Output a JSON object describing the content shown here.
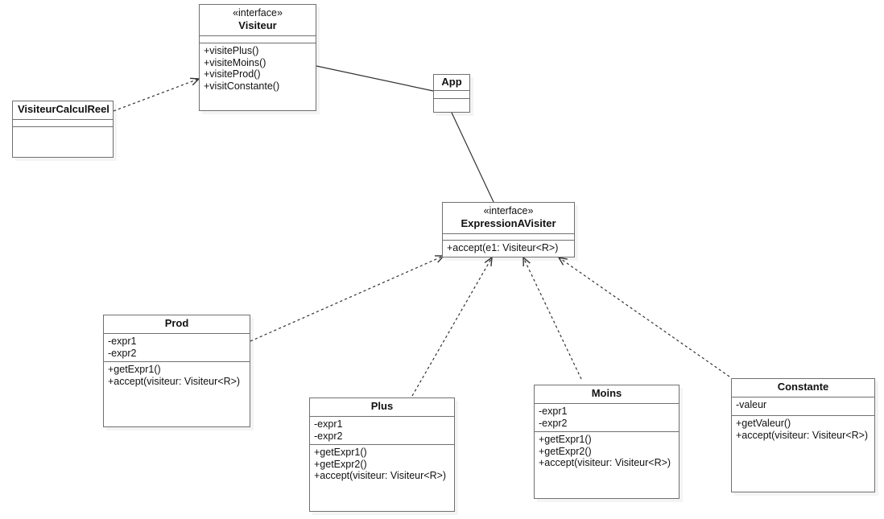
{
  "diagram": {
    "title": "Visitor pattern UML class diagram",
    "stereotype_interface": "«interface»",
    "line_color": "#707070",
    "text_color": "#111111",
    "background": "#ffffff"
  },
  "classes": {
    "visiteur": {
      "stereotype": "«interface»",
      "name": "Visiteur",
      "attributes": [],
      "operations": [
        "+visitePlus()",
        "+visiteMoins()",
        "+visiteProd()",
        "+visitConstante()"
      ]
    },
    "visiteur_calcul_reel": {
      "stereotype": "",
      "name": "VisiteurCalculReel",
      "attributes": [],
      "operations": []
    },
    "app": {
      "stereotype": "",
      "name": "App",
      "attributes": [],
      "operations": []
    },
    "expression_a_visiter": {
      "stereotype": "«interface»",
      "name": "ExpressionAVisiter",
      "attributes": [],
      "operations": [
        "+accept(e1: Visiteur<R>)"
      ]
    },
    "prod": {
      "stereotype": "",
      "name": "Prod",
      "attributes": [
        "-expr1",
        "-expr2"
      ],
      "operations": [
        "+getExpr1()",
        "+accept(visiteur: Visiteur<R>)"
      ]
    },
    "plus": {
      "stereotype": "",
      "name": "Plus",
      "attributes": [
        "-expr1",
        "-expr2"
      ],
      "operations": [
        "+getExpr1()",
        "+getExpr2()",
        "+accept(visiteur: Visiteur<R>)"
      ]
    },
    "moins": {
      "stereotype": "",
      "name": "Moins",
      "attributes": [
        "-expr1",
        "-expr2"
      ],
      "operations": [
        "+getExpr1()",
        "+getExpr2()",
        "+accept(visiteur: Visiteur<R>)"
      ]
    },
    "constante": {
      "stereotype": "",
      "name": "Constante",
      "attributes": [
        "-valeur"
      ],
      "operations": [
        "+getValeur()",
        "+accept(visiteur: Visiteur<R>)"
      ]
    }
  },
  "relations": [
    {
      "id": "rel-visiteurcalculreel-visiteur",
      "type": "realization",
      "style": "dashed",
      "arrow": "open",
      "from": "VisiteurCalculReel",
      "to": "Visiteur"
    },
    {
      "id": "rel-visiteur-app",
      "type": "association",
      "style": "solid",
      "arrow": "none",
      "from": "Visiteur",
      "to": "App"
    },
    {
      "id": "rel-app-expressionavisiter",
      "type": "association",
      "style": "solid",
      "arrow": "none",
      "from": "App",
      "to": "ExpressionAVisiter"
    },
    {
      "id": "rel-prod-expressionavisiter",
      "type": "realization",
      "style": "dashed",
      "arrow": "open",
      "from": "Prod",
      "to": "ExpressionAVisiter"
    },
    {
      "id": "rel-plus-expressionavisiter",
      "type": "realization",
      "style": "dashed",
      "arrow": "open",
      "from": "Plus",
      "to": "ExpressionAVisiter"
    },
    {
      "id": "rel-moins-expressionavisiter",
      "type": "realization",
      "style": "dashed",
      "arrow": "open",
      "from": "Moins",
      "to": "ExpressionAVisiter"
    },
    {
      "id": "rel-constante-expressionavisiter",
      "type": "realization",
      "style": "dashed",
      "arrow": "open",
      "from": "Constante",
      "to": "ExpressionAVisiter"
    }
  ]
}
